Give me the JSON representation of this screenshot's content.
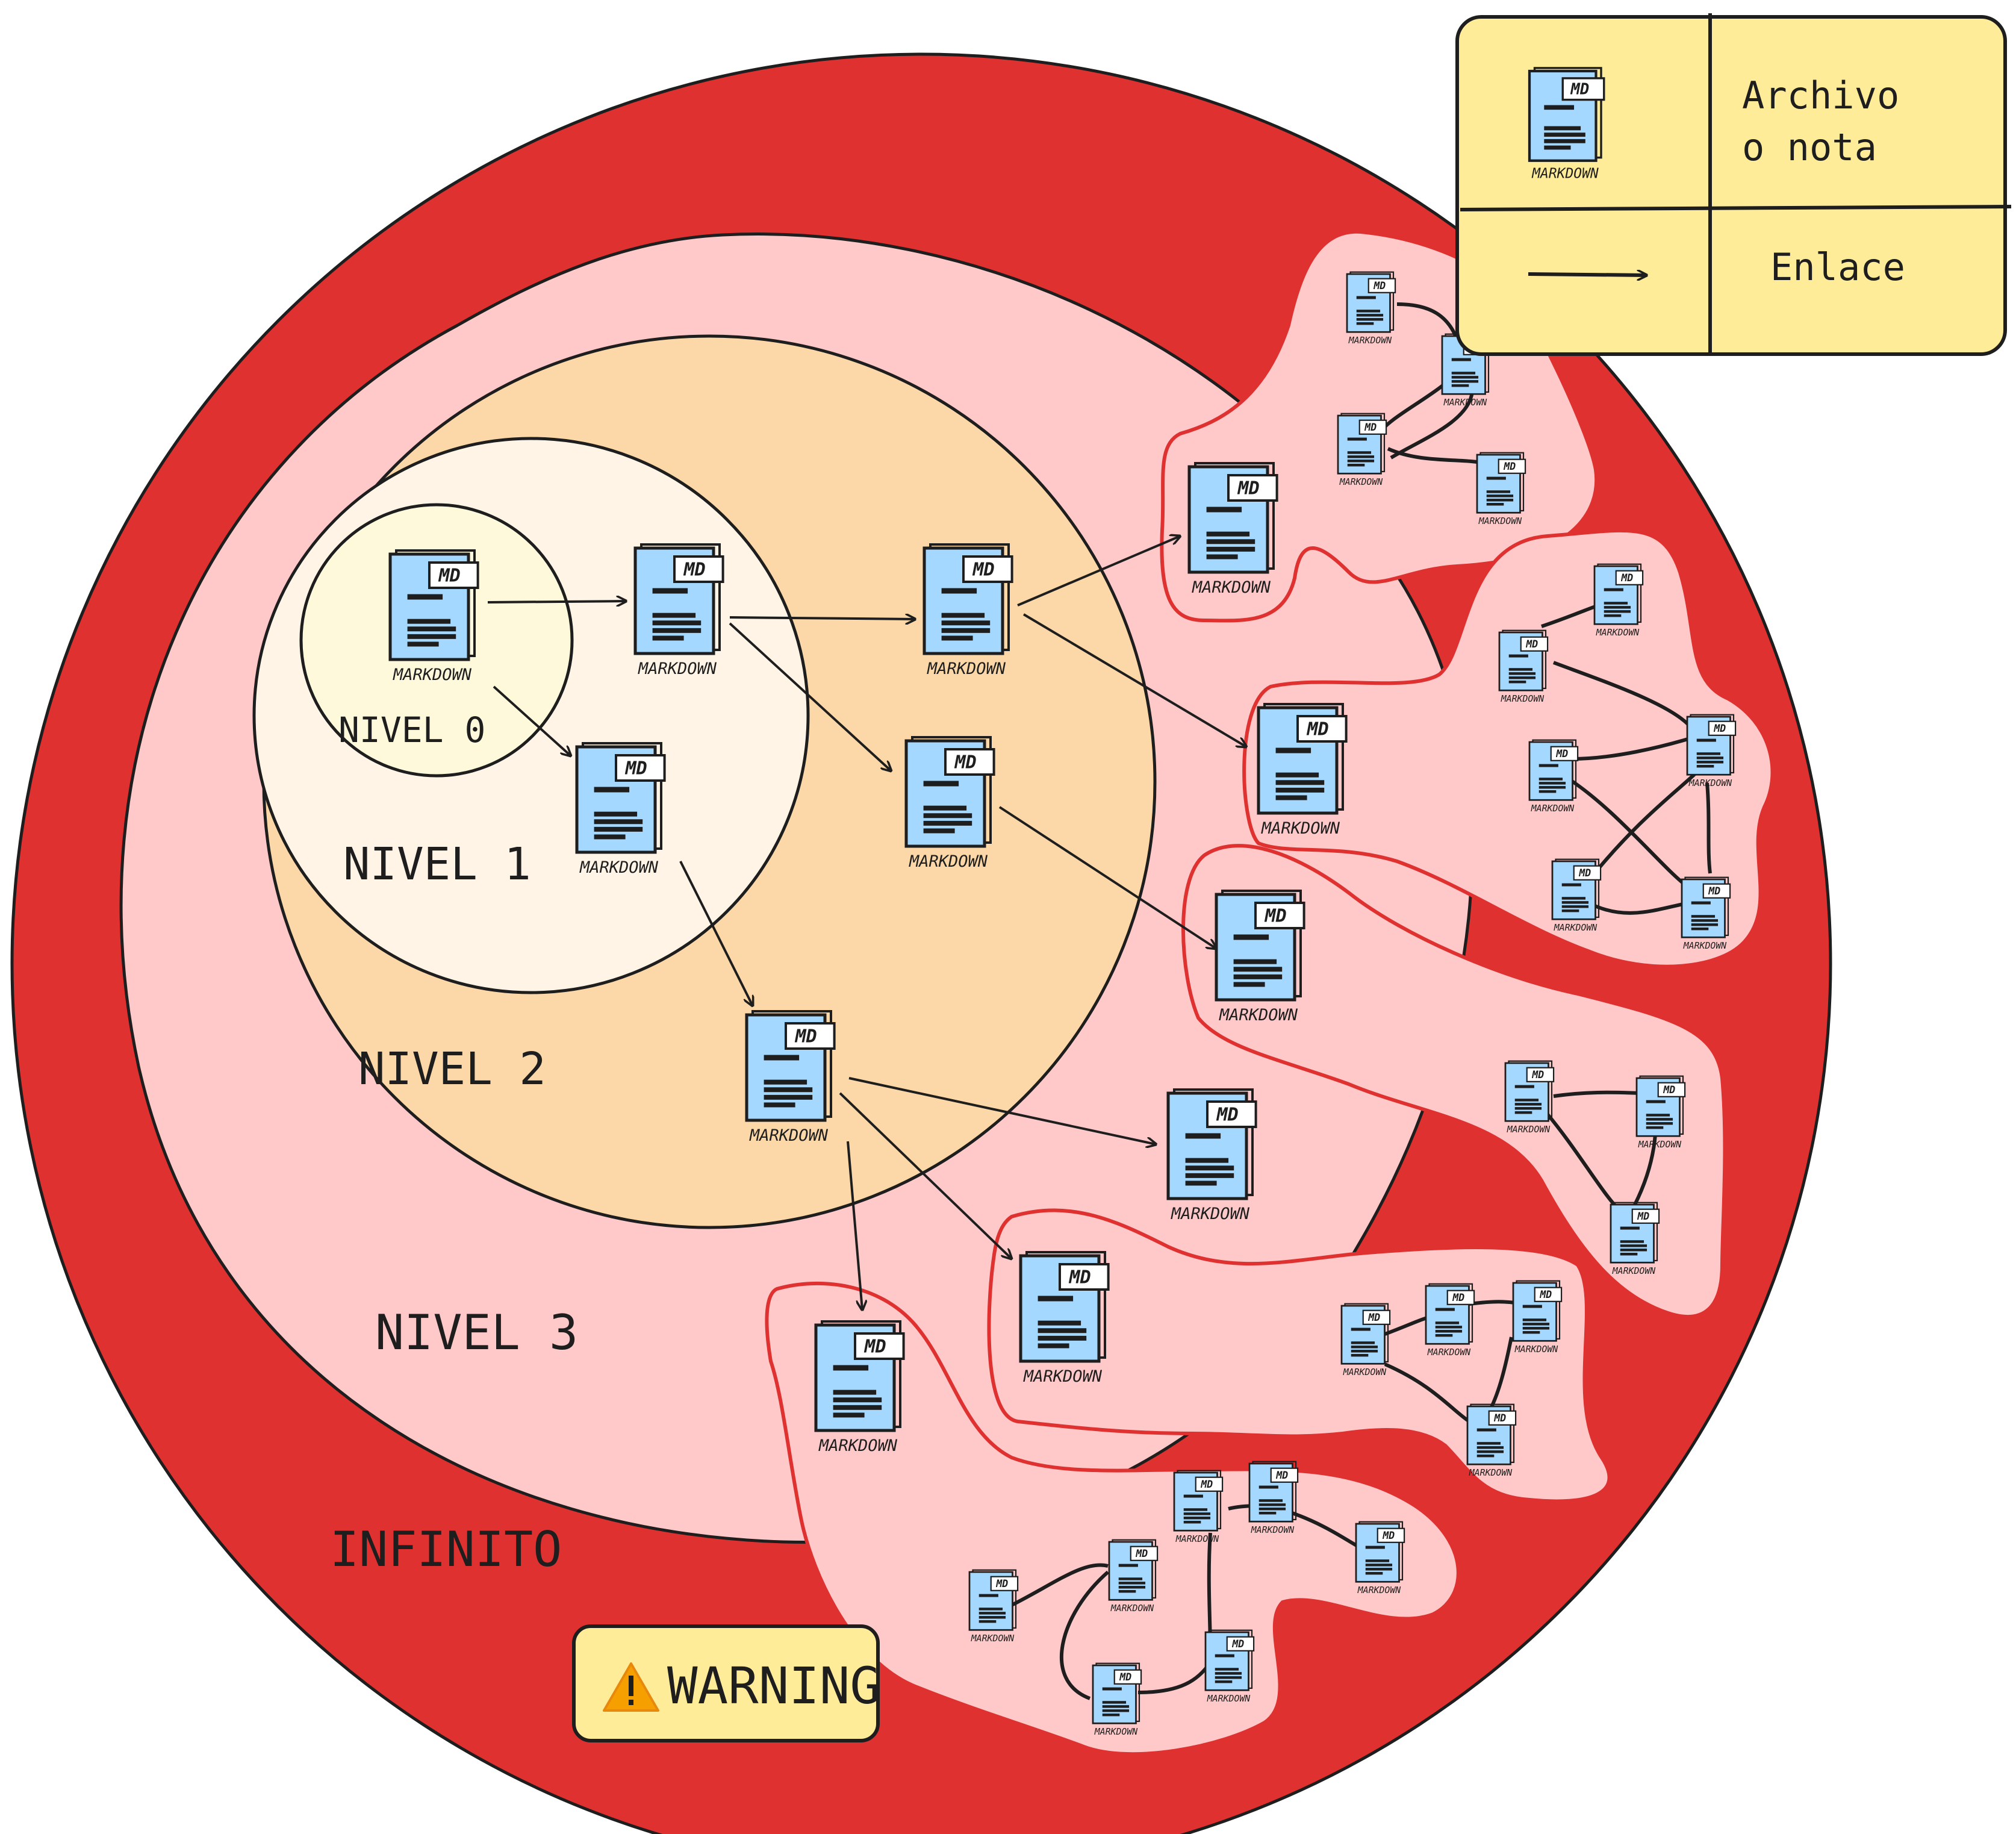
{
  "levels": {
    "nivel0": "NIVEL 0",
    "nivel1": "NIVEL 1",
    "nivel2": "NIVEL 2",
    "nivel3": "NIVEL 3",
    "infinito": "INFINITO"
  },
  "document_icon": {
    "tag": "MD",
    "caption": "MARKDOWN",
    "icon": "markdown-file-icon"
  },
  "legend": {
    "file_label_line1": "Archivo",
    "file_label_line2": "o nota",
    "link_label": "Enlace"
  },
  "warning": {
    "label": "WARNING",
    "icon": "warning-triangle-icon"
  },
  "colors": {
    "outer_red": "#e03131",
    "level3_pink": "#ffc9c9",
    "level2_orange": "#fcd8a8",
    "level1_cream": "#fff4e6",
    "level0_yellow": "#fff9db",
    "doc_blue": "#a5d8ff",
    "legend_yellow": "#ffec99",
    "stroke": "#1e1e1e"
  }
}
